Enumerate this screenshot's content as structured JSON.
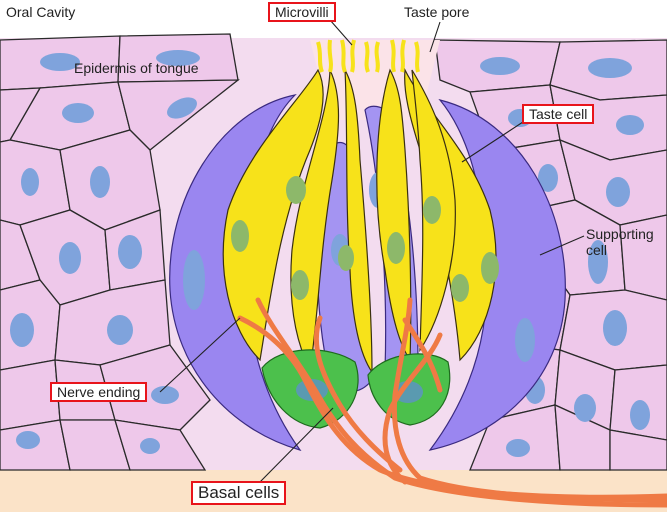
{
  "labels": {
    "oral_cavity": "Oral Cavity",
    "microvilli": "Microvilli",
    "taste_pore": "Taste pore",
    "epidermis": "Epidermis of tongue",
    "taste_cell": "Taste cell",
    "supporting_cell": "Supporting cell",
    "nerve_ending": "Nerve ending",
    "basal_cells": "Basal cells"
  },
  "colors": {
    "epidermis_cell": "#eec8ea",
    "nucleus": "#7fa3dc",
    "supporting_cell": "#9a86f0",
    "taste_cell": "#f7e21a",
    "taste_nucleus": "#8db86a",
    "basal_cell": "#4cc04c",
    "nerve": "#ef7a45",
    "base_layer": "#fbe3c8",
    "highlight_box": "#e8141b"
  }
}
